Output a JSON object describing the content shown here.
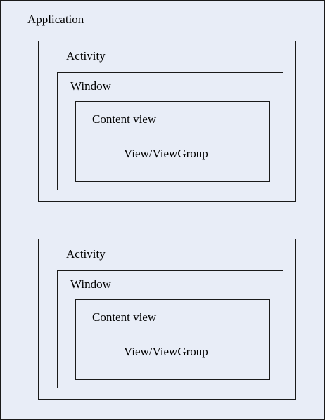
{
  "diagram": {
    "application": {
      "label": "Application"
    },
    "activities": [
      {
        "label": "Activity",
        "window": {
          "label": "Window",
          "content_view": {
            "label": "Content view",
            "child_label": "View/ViewGroup"
          }
        }
      },
      {
        "label": "Activity",
        "window": {
          "label": "Window",
          "content_view": {
            "label": "Content view",
            "child_label": "View/ViewGroup"
          }
        }
      }
    ]
  },
  "colors": {
    "box_fill": "#e8edf7",
    "box_border": "#1a1a1a",
    "text": "#000000"
  }
}
